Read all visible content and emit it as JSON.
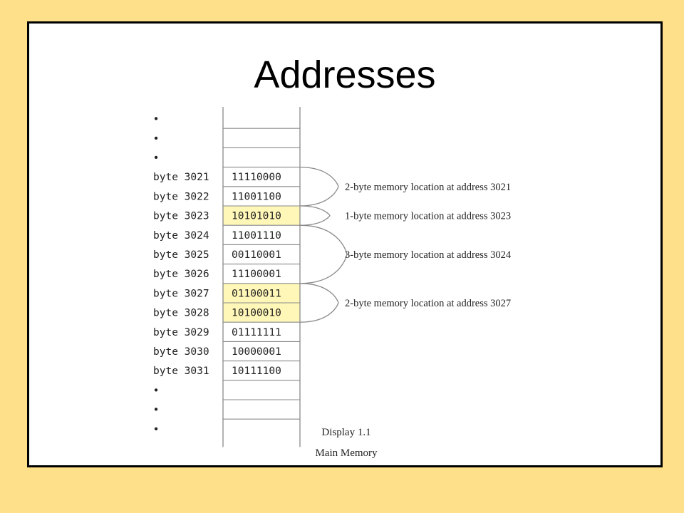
{
  "slide": {
    "title": "Addresses"
  },
  "diagram": {
    "colors": {
      "highlight": "#fff7b8",
      "line": "#8a8a8a",
      "text": "#222222"
    },
    "bullet": "•",
    "rows": [
      {
        "kind": "dot"
      },
      {
        "kind": "dot"
      },
      {
        "kind": "dot"
      },
      {
        "kind": "byte",
        "label": "byte 3021",
        "value": "11110000",
        "highlight": false
      },
      {
        "kind": "byte",
        "label": "byte 3022",
        "value": "11001100",
        "highlight": false
      },
      {
        "kind": "byte",
        "label": "byte 3023",
        "value": "10101010",
        "highlight": true
      },
      {
        "kind": "byte",
        "label": "byte 3024",
        "value": "11001110",
        "highlight": false
      },
      {
        "kind": "byte",
        "label": "byte 3025",
        "value": "00110001",
        "highlight": false
      },
      {
        "kind": "byte",
        "label": "byte 3026",
        "value": "11100001",
        "highlight": false
      },
      {
        "kind": "byte",
        "label": "byte 3027",
        "value": "01100011",
        "highlight": true
      },
      {
        "kind": "byte",
        "label": "byte 3028",
        "value": "10100010",
        "highlight": true
      },
      {
        "kind": "byte",
        "label": "byte 3029",
        "value": "01111111",
        "highlight": false
      },
      {
        "kind": "byte",
        "label": "byte 3030",
        "value": "10000001",
        "highlight": false
      },
      {
        "kind": "byte",
        "label": "byte 3031",
        "value": "10111100",
        "highlight": false
      },
      {
        "kind": "dot"
      },
      {
        "kind": "dot"
      },
      {
        "kind": "dot"
      }
    ],
    "locations": [
      {
        "first_row": 3,
        "count": 2,
        "text": "2-byte memory location at address 3021"
      },
      {
        "first_row": 5,
        "count": 1,
        "text": "1-byte memory location at address 3023"
      },
      {
        "first_row": 6,
        "count": 3,
        "text": "3-byte memory location at address 3024"
      },
      {
        "first_row": 9,
        "count": 2,
        "text": "2-byte memory location at address 3027"
      }
    ],
    "caption": {
      "line1": "Display 1.1",
      "line2": "Main Memory"
    }
  }
}
